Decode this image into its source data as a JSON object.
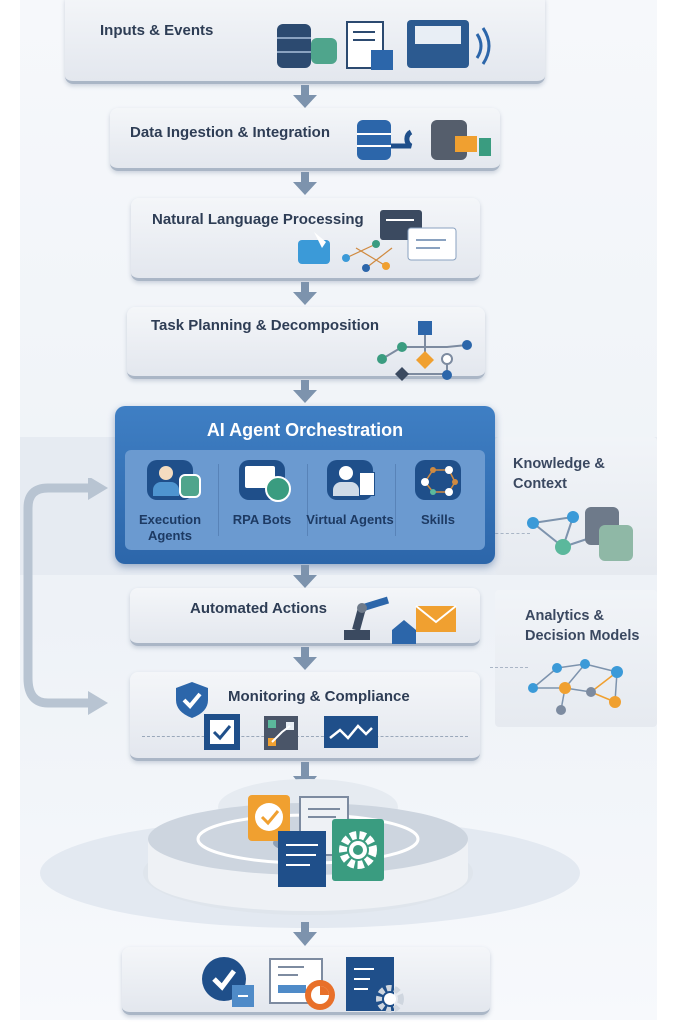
{
  "stages": {
    "inputs": "Inputs & Events",
    "ingestion": "Data Ingestion & Integration",
    "nlp": "Natural Language Processing",
    "planning": "Task Planning & Decomposition",
    "orchestration": "AI Agent Orchestration",
    "actions": "Automated Actions",
    "monitoring": "Monitoring & Compliance"
  },
  "agents": [
    {
      "label": "Execution Agents",
      "icon": "agent-database-icon"
    },
    {
      "label": "RPA Bots",
      "icon": "rpa-bot-icon"
    },
    {
      "label": "Virtual Agents",
      "icon": "virtual-agent-icon"
    },
    {
      "label": "Skills",
      "icon": "skills-network-icon"
    }
  ],
  "side_panels": {
    "knowledge": "Knowledge & Context",
    "analytics": "Analytics & Decision Models"
  },
  "colors": {
    "primary": "#2c66aa",
    "arrow": "#7d93ad",
    "accent_orange": "#f0a030",
    "accent_green": "#3a9c80"
  }
}
